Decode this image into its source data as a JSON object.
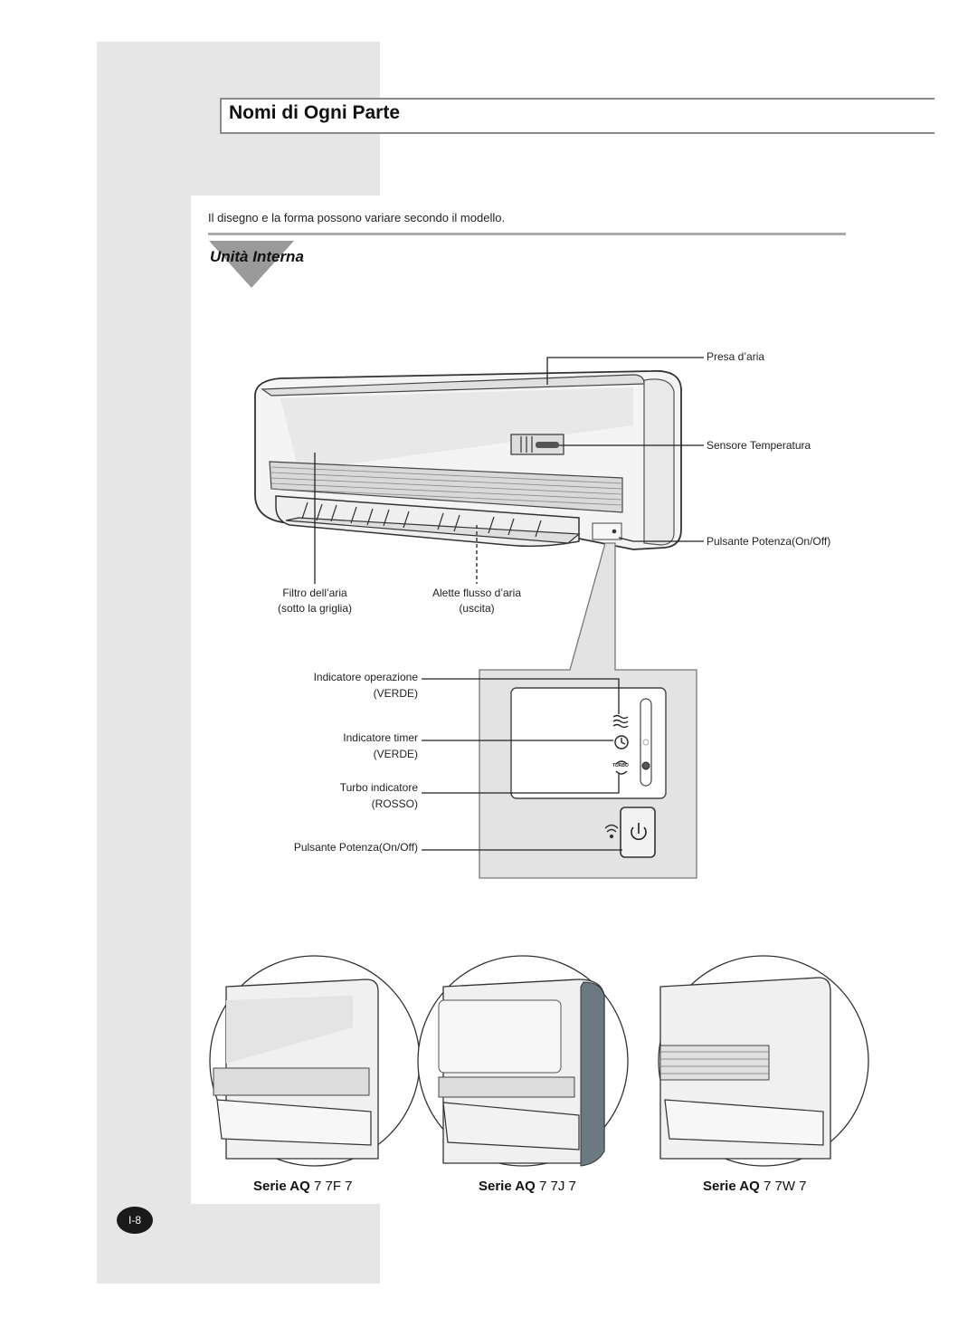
{
  "header": {
    "title": "Nomi di Ogni Parte"
  },
  "intro": {
    "note": "Il disegno e la forma possono variare secondo il modello."
  },
  "section": {
    "title": "Unità Interna"
  },
  "main_labels": {
    "air_intake": "Presa d’aria",
    "temp_sensor": "Sensore Temperatura",
    "power_button": "Pulsante Potenza(On/Off)",
    "air_filter_line1": "Filtro dell’aria",
    "air_filter_line2": "(sotto la griglia)",
    "flaps_line1": "Alette flusso d’aria",
    "flaps_line2": "(uscita)"
  },
  "panel_labels": {
    "operation": "Indicatore operazione",
    "operation_color": "(VERDE)",
    "timer": "Indicatore timer",
    "timer_color": "(VERDE)",
    "turbo": "Turbo indicatore",
    "turbo_color": "(ROSSO)",
    "power": "Pulsante Potenza(On/Off)",
    "turbo_icon_text": "TURBO"
  },
  "series": [
    {
      "prefix": "Serie AQ",
      "code": "7 7F 7"
    },
    {
      "prefix": "Serie AQ",
      "code": "7 7J 7"
    },
    {
      "prefix": "Serie AQ",
      "code": "7 7W 7"
    }
  ],
  "footer": {
    "page": "I-8"
  },
  "icons": [
    "wave-icon",
    "clock-icon",
    "turbo-icon",
    "signal-icon",
    "power-icon"
  ]
}
